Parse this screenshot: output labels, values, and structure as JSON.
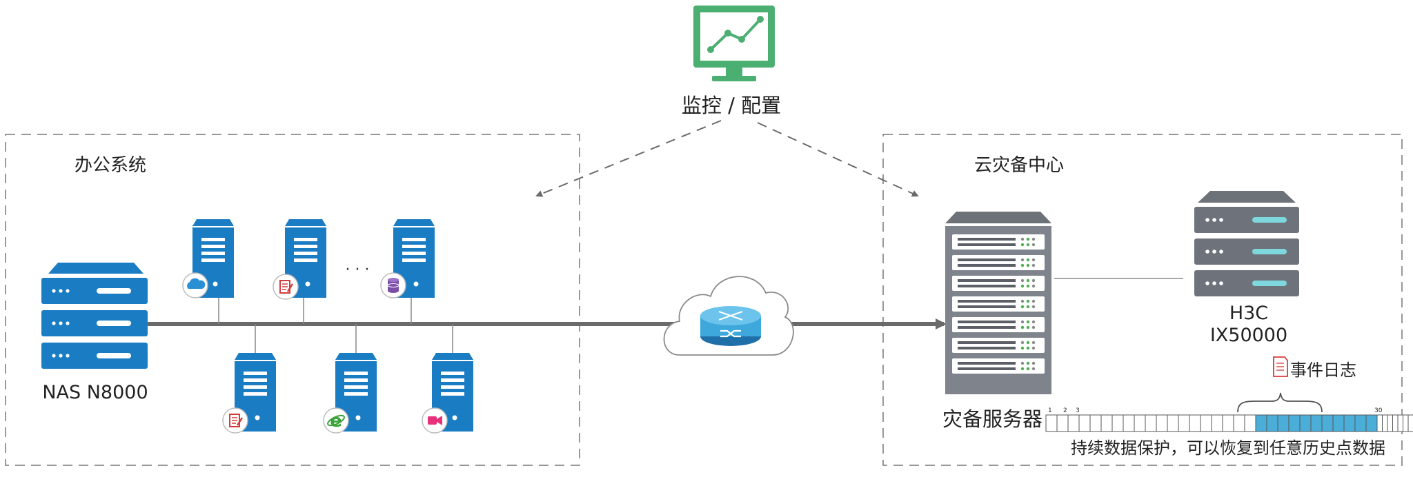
{
  "monitor": {
    "label": "监控 / 配置",
    "icon": "monitor-line-chart-icon"
  },
  "office": {
    "title": "办公系统",
    "nas_label": "NAS N8000",
    "ellipsis": "· · ·",
    "servers_top": [
      {
        "icon": "cloud-icon"
      },
      {
        "icon": "document-edit-icon"
      },
      {
        "icon": "database-icon"
      }
    ],
    "servers_bottom": [
      {
        "icon": "document-edit-icon"
      },
      {
        "icon": "browser-e-icon"
      },
      {
        "icon": "video-camera-icon"
      }
    ]
  },
  "network": {
    "icon": "router-cloud-icon"
  },
  "cloud_dr": {
    "title": "云灾备中心",
    "dr_server_label": "灾备服务器",
    "storage_label_line1": "H3C",
    "storage_label_line2": "IX50000",
    "event_log_label": "事件日志",
    "timeline": {
      "tick_1": "1",
      "tick_2": "2",
      "tick_3": "3",
      "tick_last": "30",
      "caption": "持续数据保护，可以恢复到任意历史点数据"
    }
  },
  "colors": {
    "server_blue": "#1a7cc3",
    "monitor_green": "#4caf72",
    "rack_gray": "#7f838b",
    "timeline_highlight": "#4aaed9",
    "link_gray": "#6a6a6a"
  }
}
